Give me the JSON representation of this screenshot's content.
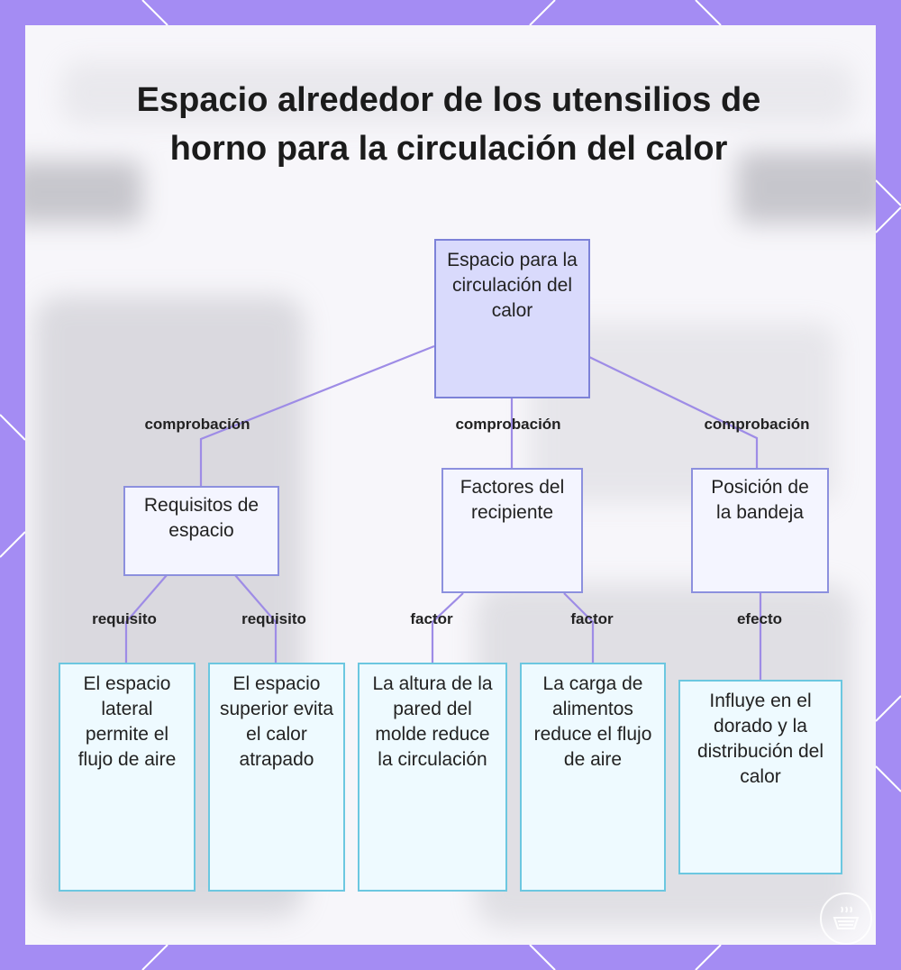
{
  "title": "Espacio alrededor de los utensilios de horno para la circulación del calor",
  "colors": {
    "frame": "#a48cf3",
    "root_fill": "#d9dafc",
    "root_border": "#7d82d8",
    "mid_border": "#8c90de",
    "leaf_border": "#6cc7e0",
    "connector": "#9e8ce6"
  },
  "nodes": {
    "root": "Espacio para la circulación del calor",
    "requisitos": "Requisitos de espacio",
    "factores": "Factores del recipiente",
    "posicion": "Posición de la bandeja",
    "leaf_lateral": "El espacio lateral permite el flujo de aire",
    "leaf_superior": "El espacio superior evita el calor atrapado",
    "leaf_altura": "La altura de la pared del molde reduce la circulación",
    "leaf_carga": "La carga de alimentos reduce el flujo de aire",
    "leaf_influye": "Influye en el dorado y la distribución del calor"
  },
  "edges": {
    "comprobacion_1": "comprobación",
    "comprobacion_2": "comprobación",
    "comprobacion_3": "comprobación",
    "requisito_1": "requisito",
    "requisito_2": "requisito",
    "factor_1": "factor",
    "factor_2": "factor",
    "efecto": "efecto"
  },
  "logo_icon": "basket-icon"
}
